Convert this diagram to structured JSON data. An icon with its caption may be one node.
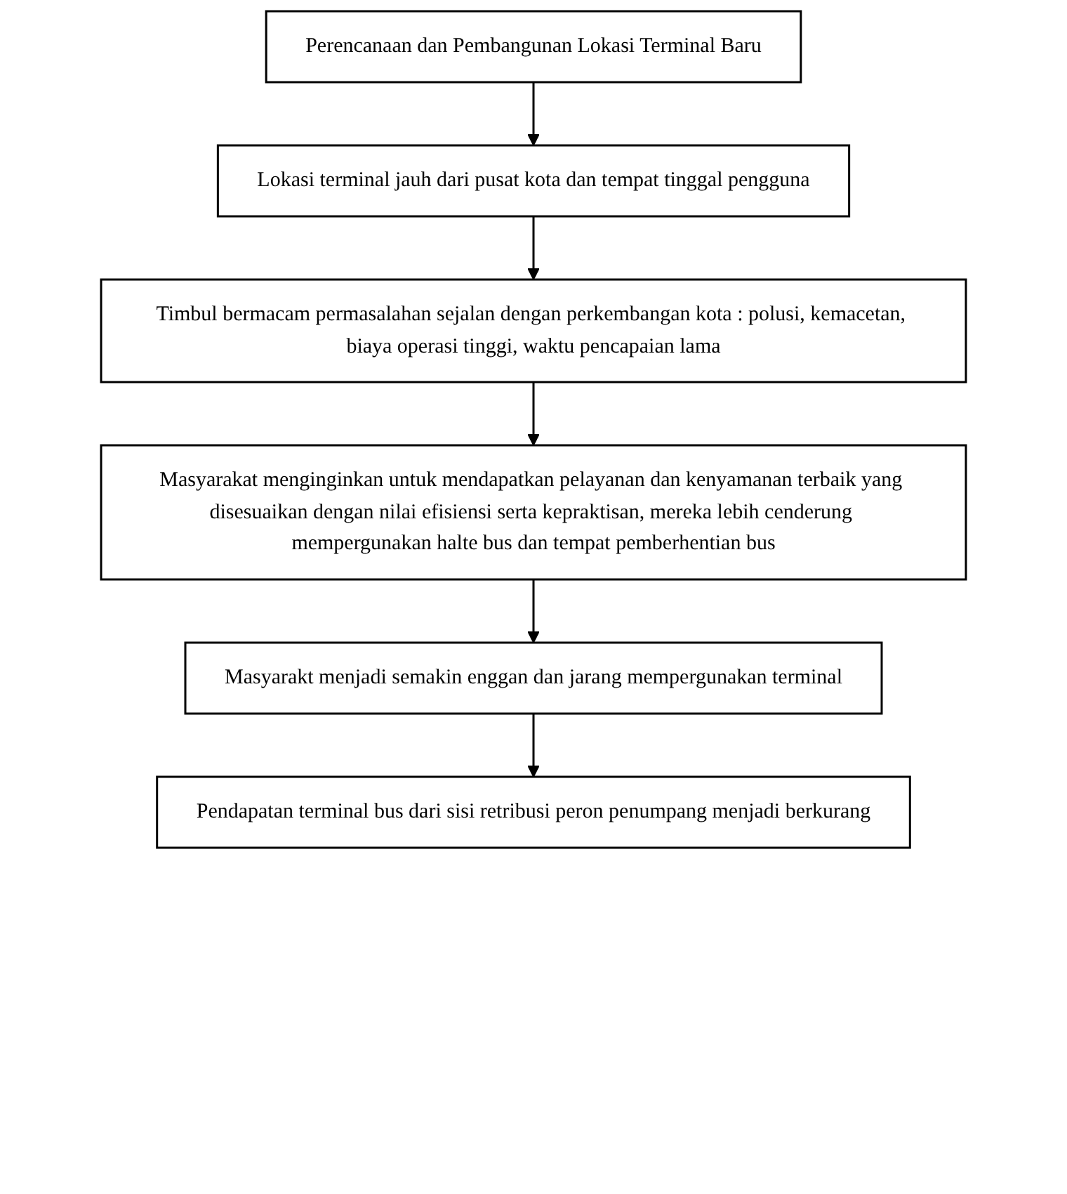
{
  "diagram": {
    "nodes": [
      {
        "text": [
          "Perencanaan dan Pembangunan Lokasi Terminal Baru"
        ]
      },
      {
        "text": [
          "Lokasi terminal jauh dari pusat kota dan tempat tinggal pengguna"
        ]
      },
      {
        "text": [
          "Timbul bermacam permasalahan sejalan dengan perkembangan kota : polusi, kemacetan, biaya operasi tinggi, waktu pencapaian lama"
        ]
      },
      {
        "text": [
          "Masyarakat menginginkan untuk mendapatkan pelayanan dan kenyamanan terbaik yang disesuaikan dengan nilai efisiensi serta kepraktisan, mereka lebih cenderung mempergunakan halte bus dan tempat pemberhentian bus"
        ]
      },
      {
        "text": [
          "Masyarakt menjadi semakin enggan dan jarang mempergunakan terminal"
        ]
      },
      {
        "text": [
          "Pendapatan terminal bus dari sisi retribusi peron penumpang menjadi berkurang"
        ]
      }
    ],
    "edges": [
      {
        "from": 0,
        "to": 1,
        "arrow": "to"
      },
      {
        "from": 1,
        "to": 2,
        "arrow": "to"
      },
      {
        "from": 2,
        "to": 3,
        "arrow": "to"
      },
      {
        "from": 3,
        "to": 4,
        "arrow": "to"
      },
      {
        "from": 4,
        "to": 5,
        "arrow": "to"
      }
    ]
  }
}
